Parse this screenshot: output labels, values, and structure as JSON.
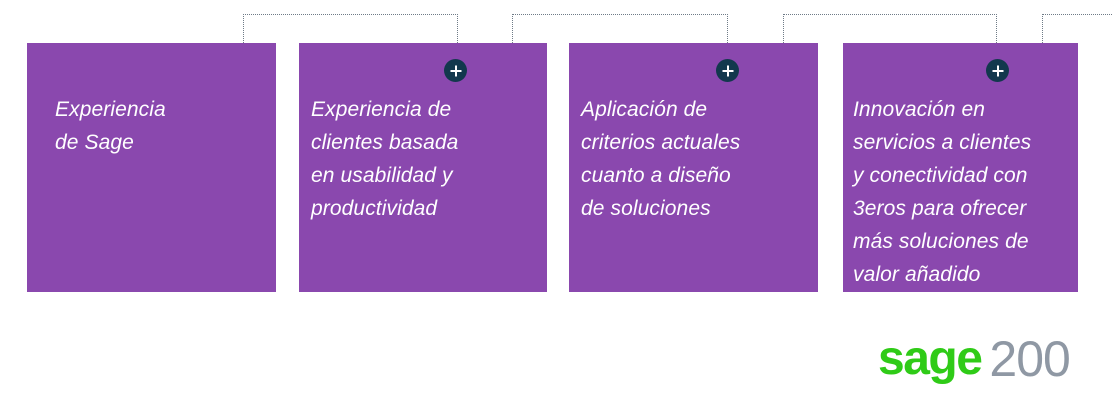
{
  "cards": [
    {
      "text": "Experiencia\nde Sage",
      "has_plus": false
    },
    {
      "text": "Experiencia de\nclientes basada\nen usabilidad y\nproductividad",
      "has_plus": true
    },
    {
      "text": "Aplicación de\ncriterios actuales\ncuanto a diseño\nde soluciones",
      "has_plus": true
    },
    {
      "text": "Innovación en\nservicios a clientes\ny conectividad con\n3eros para ofrecer\nmás soluciones de\nvalor añadido",
      "has_plus": true
    }
  ],
  "logo": {
    "brand": "sage",
    "product": "200",
    "brand_color": "#2fcb17",
    "product_color": "#8f98a4"
  },
  "colors": {
    "card_background": "#8a48ae",
    "plus_button": "#12384d",
    "connector": "#6f7b87"
  },
  "icons": [
    "plus-icon"
  ]
}
